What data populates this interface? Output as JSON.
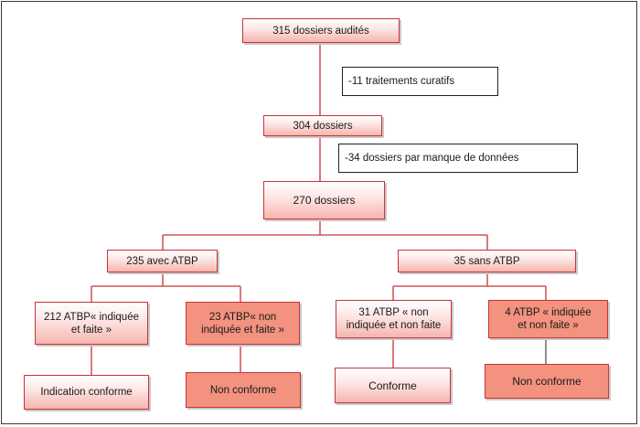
{
  "flowchart": {
    "audited": "315 dossiers audités",
    "exclusion_curative": "-11 traitements curatifs",
    "after_curative": "304 dossiers",
    "exclusion_missing": "-34 dossiers par manque de données",
    "analysed": "270 dossiers",
    "with_atbp": "235 avec ATBP",
    "without_atbp": "35 sans ATBP",
    "indicated_done": "212 ATBP« indiquée\net faite »",
    "not_indicated_done": "23 ATBP« non\nindiquée et faite »",
    "not_indicated_not_done": "31 ATBP « non\nindiquée et non faite",
    "indicated_not_done": "4 ATBP « indiquée\net non faite »",
    "outcome_indication_conforme": "Indication conforme",
    "outcome_non_conforme_left": "Non conforme",
    "outcome_conforme": "Conforme",
    "outcome_non_conforme_right": "Non conforme"
  },
  "colors": {
    "connector": "#c7333a",
    "connector_grey": "#555555",
    "box_gradient_end": "#f6b5ae",
    "box_solid": "#f2927f"
  }
}
